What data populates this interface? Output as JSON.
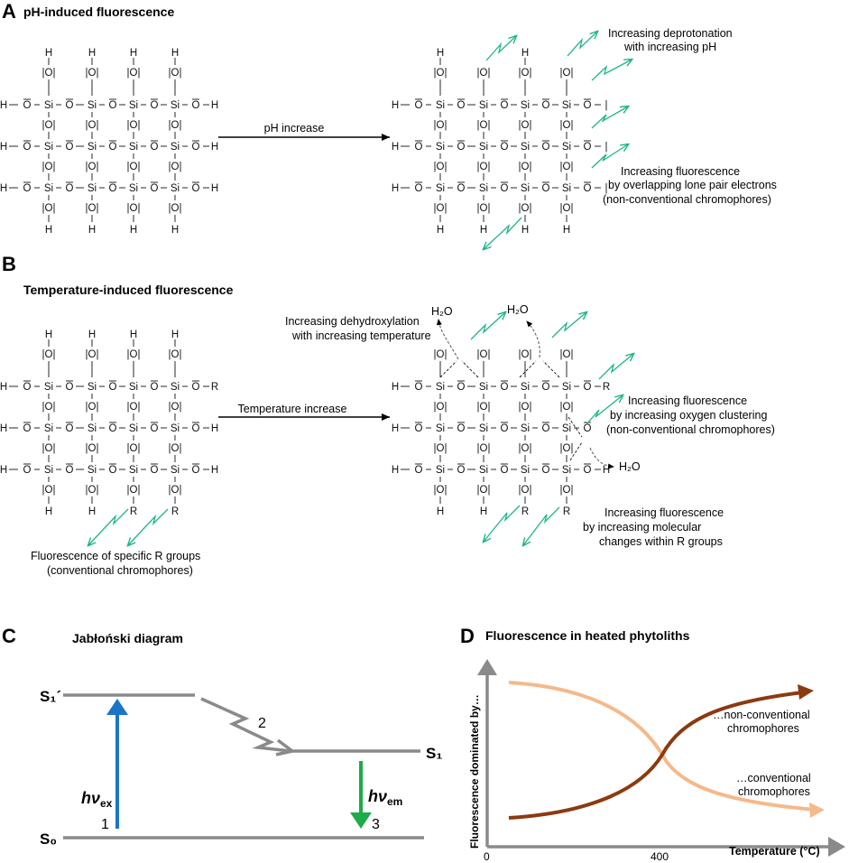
{
  "panelA": {
    "letter": "A",
    "title": "pH-induced fluorescence",
    "arrow_label": "pH increase",
    "note1": [
      "Increasing deprotonation",
      "with increasing pH"
    ],
    "note2": [
      "Increasing fluorescence",
      "by overlapping lone pair electrons",
      "(non-conventional chromophores)"
    ]
  },
  "panelB": {
    "letter": "B",
    "title": "Temperature-induced fluorescence",
    "arrow_label": "Temperature increase",
    "water": "H₂O",
    "note_dehydrox": [
      "Increasing dehydroxylation",
      "with increasing temperature"
    ],
    "note_oxygen": [
      "Increasing fluorescence",
      "by increasing oxygen clustering",
      "(non-conventional chromophores)"
    ],
    "note_R": [
      "Increasing fluorescence",
      "by increasing molecular",
      "changes within R groups"
    ],
    "note_specific": [
      "Fluorescence of specific R groups",
      "(conventional chromophores)"
    ]
  },
  "panelC": {
    "letter": "C",
    "title": "Jabłoński diagram",
    "s1prime": "S₁´",
    "s1": "S₁",
    "s0": "S₀",
    "hv_ex": "hν",
    "hv_ex_sub": "ex",
    "hv_em": "hν",
    "hv_em_sub": "em",
    "step1": "1",
    "step2": "2",
    "step3": "3",
    "colors": {
      "excite": "#1a75c9",
      "emit": "#1eab4a",
      "level": "#8a8a8a"
    }
  },
  "panelD": {
    "letter": "D",
    "title": "Fluorescence in heated phytoliths",
    "ylabel": "Fluorescence dominated by…",
    "xlabel": "Temperature (°C)",
    "x_ticks": [
      "0",
      "400"
    ],
    "curve_nonconv": [
      "…non-conventional",
      "chromophores"
    ],
    "curve_conv": [
      "…conventional",
      "chromophores"
    ],
    "colors": {
      "nonconventional": "#8b3a10",
      "conventional": "#f5b98a",
      "axis": "#8a8a8a"
    }
  },
  "green": "#1eb58a"
}
